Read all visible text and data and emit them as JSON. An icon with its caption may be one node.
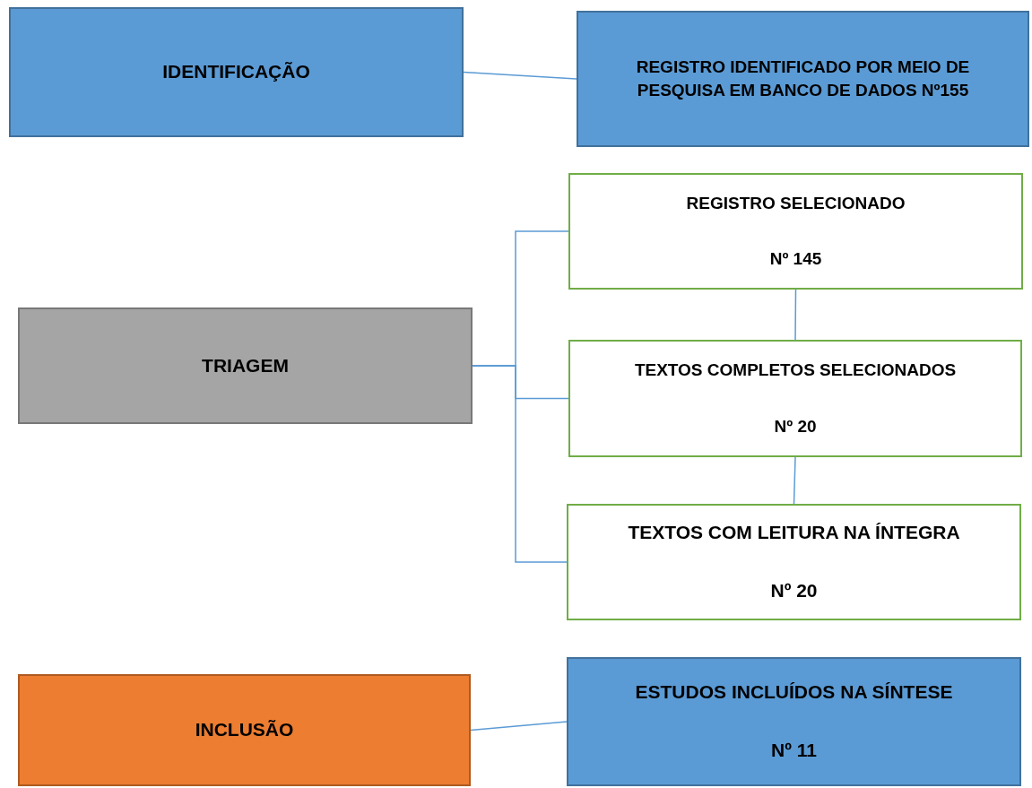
{
  "diagram": {
    "nodes": [
      {
        "text": [
          "IDENTIFICAÇÃO"
        ]
      },
      {
        "text": [
          "REGISTRO IDENTIFICADO POR MEIO DE PESQUISA EM BANCO DE DADOS Nº155"
        ]
      },
      {
        "text": [
          "TRIAGEM"
        ]
      },
      {
        "text": [
          "REGISTRO SELECIONADO",
          "Nº 145"
        ]
      },
      {
        "text": [
          "TEXTOS COMPLETOS SELECIONADOS",
          "Nº 20"
        ]
      },
      {
        "text": [
          "TEXTOS COM LEITURA NA ÍNTEGRA",
          "Nº 20"
        ]
      },
      {
        "text": [
          "INCLUSÃO"
        ]
      },
      {
        "text": [
          "ESTUDOS INCLUÍDOS NA SÍNTESE",
          "Nº 11"
        ]
      }
    ],
    "edges": [
      {
        "from": 0,
        "to": 1,
        "arrow": "none"
      },
      {
        "from": 2,
        "to": 3,
        "arrow": "none"
      },
      {
        "from": 2,
        "to": 4,
        "arrow": "none"
      },
      {
        "from": 2,
        "to": 5,
        "arrow": "none"
      },
      {
        "from": 3,
        "to": 4,
        "arrow": "none"
      },
      {
        "from": 4,
        "to": 5,
        "arrow": "none"
      },
      {
        "from": 6,
        "to": 7,
        "arrow": "none"
      }
    ]
  }
}
